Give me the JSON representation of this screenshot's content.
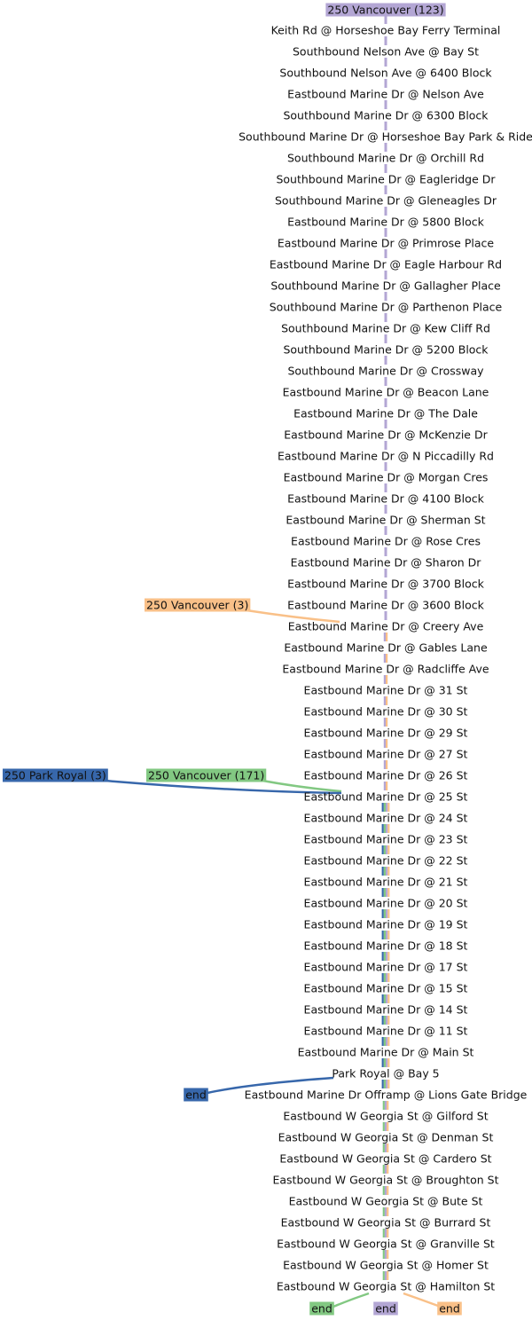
{
  "colors": {
    "purple": "#b3a6d4",
    "orange": "#f9c088",
    "green": "#82c882",
    "blue": "#3767ab",
    "teal": "#4a8a8a"
  },
  "routes": [
    {
      "key": "r123",
      "label": "250 Vancouver (123)",
      "color": "#b3a6d4",
      "first_stop": 0,
      "last_stop": 60,
      "end_label": "end"
    },
    {
      "key": "r3",
      "label": "250 Vancouver (3)",
      "color": "#f9c088",
      "first_stop": 28,
      "last_stop": 60,
      "end_label": "end"
    },
    {
      "key": "r171",
      "label": "250 Vancouver (171)",
      "color": "#82c882",
      "first_stop": 36,
      "last_stop": 60,
      "end_label": "end"
    },
    {
      "key": "pr3",
      "label": "250 Park Royal (3)",
      "color": "#3767ab",
      "first_stop": 36,
      "last_stop": 50,
      "end_label": "end"
    }
  ],
  "stops": [
    "Keith Rd @ Horseshoe Bay Ferry Terminal",
    "Southbound Nelson Ave @ Bay St",
    "Southbound Nelson Ave @ 6400 Block",
    "Eastbound Marine Dr @ Nelson Ave",
    "Southbound Marine Dr @ 6300 Block",
    "Southbound Marine Dr @ Horseshoe Bay Park & Ride",
    "Southbound Marine Dr @ Orchill Rd",
    "Southbound Marine Dr @ Eagleridge Dr",
    "Southbound Marine Dr @ Gleneagles Dr",
    "Eastbound Marine Dr @ 5800 Block",
    "Eastbound Marine Dr @ Primrose Place",
    "Eastbound Marine Dr @ Eagle Harbour Rd",
    "Southbound Marine Dr @ Gallagher Place",
    "Southbound Marine Dr @ Parthenon Place",
    "Southbound Marine Dr @ Kew Cliff Rd",
    "Southbound Marine Dr @ 5200 Block",
    "Southbound Marine Dr @ Crossway",
    "Eastbound Marine Dr @ Beacon Lane",
    "Eastbound Marine Dr @ The Dale",
    "Eastbound Marine Dr @ McKenzie Dr",
    "Eastbound Marine Dr @ N Piccadilly Rd",
    "Eastbound Marine Dr @ Morgan Cres",
    "Eastbound Marine Dr @ 4100 Block",
    "Eastbound Marine Dr @ Sherman St",
    "Eastbound Marine Dr @ Rose Cres",
    "Eastbound Marine Dr @ Sharon Dr",
    "Eastbound Marine Dr @ 3700 Block",
    "Eastbound Marine Dr @ 3600 Block",
    "Eastbound Marine Dr @ Creery Ave",
    "Eastbound Marine Dr @ Gables Lane",
    "Eastbound Marine Dr @ Radcliffe Ave",
    "Eastbound Marine Dr @ 31 St",
    "Eastbound Marine Dr @ 30 St",
    "Eastbound Marine Dr @ 29 St",
    "Eastbound Marine Dr @ 27 St",
    "Eastbound Marine Dr @ 26 St",
    "Eastbound Marine Dr @ 25 St",
    "Eastbound Marine Dr @ 24 St",
    "Eastbound Marine Dr @ 23 St",
    "Eastbound Marine Dr @ 22 St",
    "Eastbound Marine Dr @ 21 St",
    "Eastbound Marine Dr @ 20 St",
    "Eastbound Marine Dr @ 19 St",
    "Eastbound Marine Dr @ 18 St",
    "Eastbound Marine Dr @ 17 St",
    "Eastbound Marine Dr @ 15 St",
    "Eastbound Marine Dr @ 14 St",
    "Eastbound Marine Dr @ 11 St",
    "Eastbound Marine Dr @ Main St",
    "Park Royal @ Bay 5",
    "Eastbound Marine Dr Offramp @ Lions Gate Bridge",
    "Eastbound W Georgia St @ Gilford St",
    "Eastbound W Georgia St @ Denman St",
    "Eastbound W Georgia St @ Cardero St",
    "Eastbound W Georgia St @ Broughton St",
    "Eastbound W Georgia St @ Bute St",
    "Eastbound W Georgia St @ Burrard St",
    "Eastbound W Georgia St @ Granville St",
    "Eastbound W Georgia St @ Homer St",
    "Eastbound W Georgia St @ Hamilton St"
  ]
}
